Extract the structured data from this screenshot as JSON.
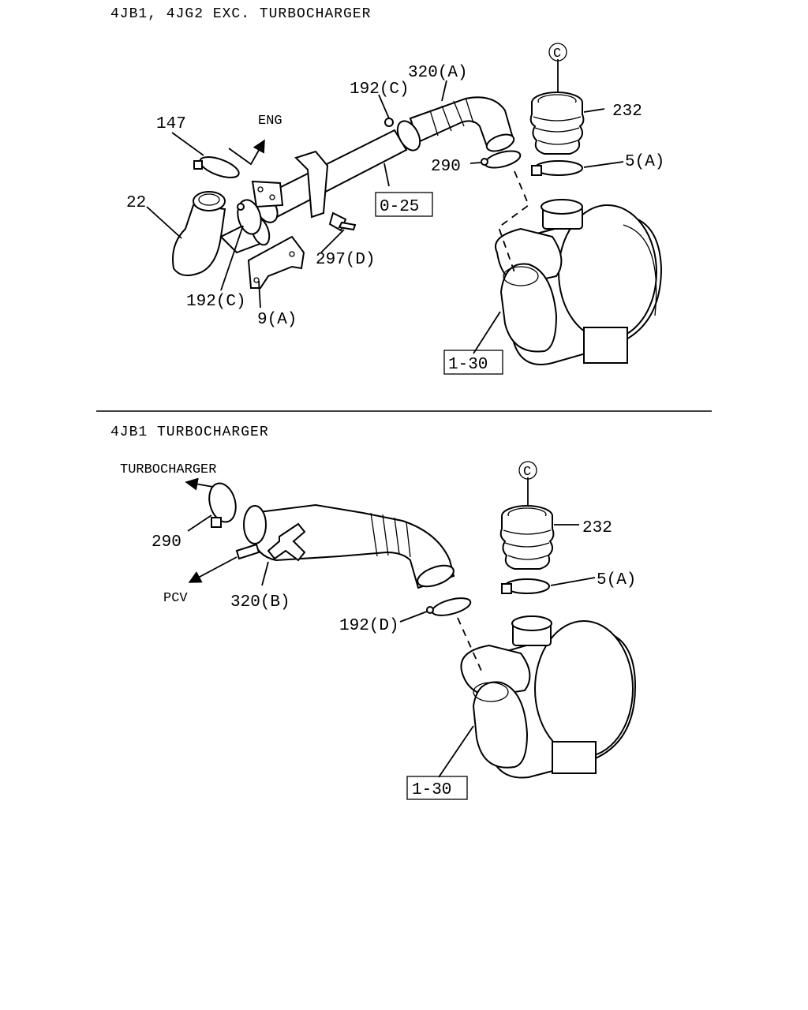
{
  "sections": [
    {
      "title": "4JB1, 4JG2  EXC. TURBOCHARGER",
      "callouts": {
        "p147": "147",
        "p22": "22",
        "p192c_top": "192(C)",
        "p192c_bottom": "192(C)",
        "p320a": "320(A)",
        "p290": "290",
        "p232": "232",
        "p5a": "5(A)",
        "p297d": "297(D)",
        "p9a": "9(A)",
        "eng": "ENG",
        "circle": "C"
      },
      "refs": {
        "r025": "0-25",
        "r130": "1-30"
      }
    },
    {
      "title": "4JB1  TURBOCHARGER",
      "callouts": {
        "turbo": "TURBOCHARGER",
        "p290": "290",
        "pcv": "PCV",
        "p320b": "320(B)",
        "p192d": "192(D)",
        "p232": "232",
        "p5a": "5(A)",
        "circle": "C"
      },
      "refs": {
        "r130": "1-30"
      }
    }
  ]
}
